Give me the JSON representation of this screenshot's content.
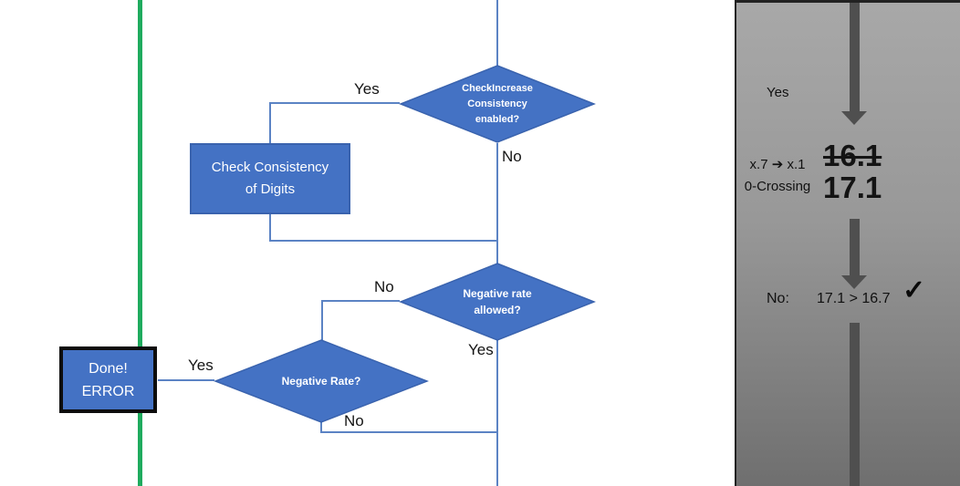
{
  "colors": {
    "shape_blue": "#4472C4",
    "shape_border": "#3A63AE",
    "connector_blue": "#5B83C4",
    "timeline_green": "#1FAB5E",
    "panel_gray_top": "#A8A8A8",
    "panel_gray_bottom": "#6F6F6F",
    "arrow_gray": "#4F4F4F"
  },
  "flowchart": {
    "decision_top": {
      "label": "CheckIncrease\nConsistency\nenabled?",
      "yes": "Yes",
      "no": "No"
    },
    "process_check": {
      "label": "Check Consistency\nof Digits"
    },
    "decision_negative_allowed": {
      "label": "Negative rate\nallowed?",
      "no": "No",
      "yes": "Yes"
    },
    "decision_negative_rate": {
      "label": "Negative Rate?",
      "yes": "Yes",
      "no": "No"
    },
    "terminator_done": {
      "label": "Done!\nERROR"
    }
  },
  "panel": {
    "yes_label": "Yes",
    "rule_line1": "x.7 ➔ x.1",
    "rule_line2": "0-Crossing",
    "old_value": "16.1",
    "new_value": "17.1",
    "result_prefix": "No:",
    "comparison": "17.1 > 16.7",
    "checkmark": "✓"
  }
}
